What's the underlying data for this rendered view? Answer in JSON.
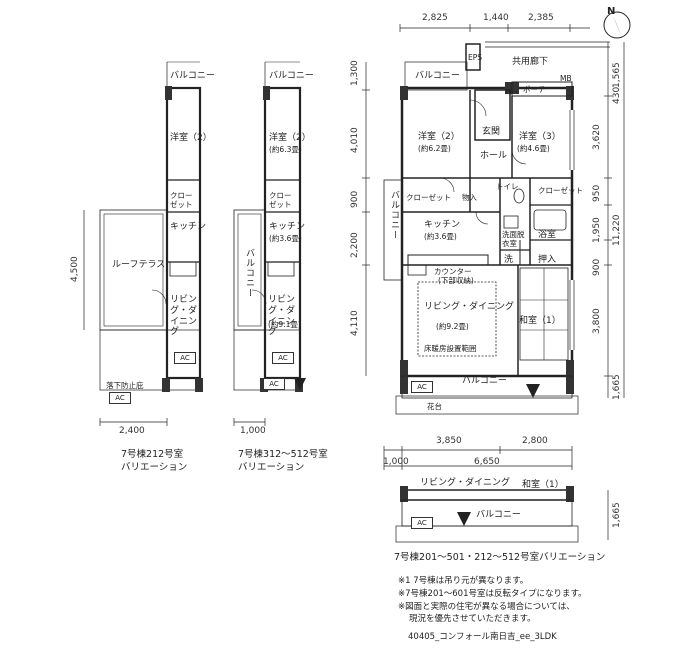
{
  "dims": {
    "top": [
      "2,825",
      "1,440",
      "2,385"
    ],
    "left": [
      "1,300",
      "4,010",
      "900",
      "2,200",
      "4,110"
    ],
    "right": [
      "1,565",
      "430",
      "3,620",
      "950",
      "1,950",
      "11,220",
      "900",
      "3,800",
      "1,665"
    ],
    "bottom_sub": [
      "3,850",
      "2,800"
    ],
    "bottom_total": "6,650",
    "bottom_left": "1,000",
    "v212_height": "4,500",
    "v212_width": "2,400",
    "v312_width": "1,000",
    "small_right": "1,665"
  },
  "variant_212": {
    "balcony": "バルコニー",
    "western2": "洋室（2）",
    "closet": "クローゼット",
    "kitchen": "キッチン",
    "roof_terrace": "ルーフテラス",
    "living": "リビング・ダイニング",
    "fall_guard": "落下防止庇",
    "ac": "AC",
    "caption_1": "7号棟212号室",
    "caption_2": "バリエーション"
  },
  "variant_312": {
    "balcony": "バルコニー",
    "western2": "洋室（2）",
    "western2_size": "(約6.3畳)",
    "closet": "クローゼット",
    "kitchen": "キッチン",
    "kitchen_size": "(約3.6畳)",
    "balcony_side": "バルコニー",
    "living": "リビング・ダイニング",
    "living_size": "(約9.1畳)",
    "ac": "AC",
    "caption_1": "7号棟312～512号室",
    "caption_2": "バリエーション"
  },
  "main": {
    "eps": "EPS",
    "corridor": "共用廊下",
    "balcony_top": "バルコニー",
    "mb": "MB",
    "porch": "ポーチ",
    "entrance": "玄関",
    "hall": "ホール",
    "western2": "洋室（2）",
    "western2_size": "(約6.2畳)",
    "western3": "洋室（3）",
    "western3_size": "(約4.6畳)",
    "closet": "クローゼット",
    "storage": "物入",
    "toilet": "トイレ",
    "closet2": "クローゼット",
    "washroom": "洗面脱衣室",
    "bath": "浴室",
    "balcony_side": "バルコニー",
    "kitchen": "キッチン",
    "kitchen_size": "(約3.6畳)",
    "counter": "カウンター",
    "counter_sub": "(下部収納)",
    "wash": "洗",
    "closet3": "押入",
    "living": "リビング・ダイニング",
    "living_size": "(約9.2畳)",
    "floor_heating": "床暖房設置範囲",
    "japanese": "和室（1）",
    "balcony_bottom": "バルコニー",
    "ac": "AC",
    "stand": "花台"
  },
  "small": {
    "living": "リビング・ダイニング",
    "japanese": "和室（1）",
    "balcony": "バルコニー",
    "ac": "AC",
    "caption": "7号棟201～501・212～512号室バリエーション"
  },
  "notes": [
    "※1 7号棟は吊り元が異なります。",
    "※7号棟201～601号室は反転タイプになります。",
    "※図面と実際の住宅が異なる場合については、",
    "現況を優先させていただきます。"
  ],
  "footer": "40405_コンフォール南日吉_ee_3LDK",
  "compass": "N"
}
